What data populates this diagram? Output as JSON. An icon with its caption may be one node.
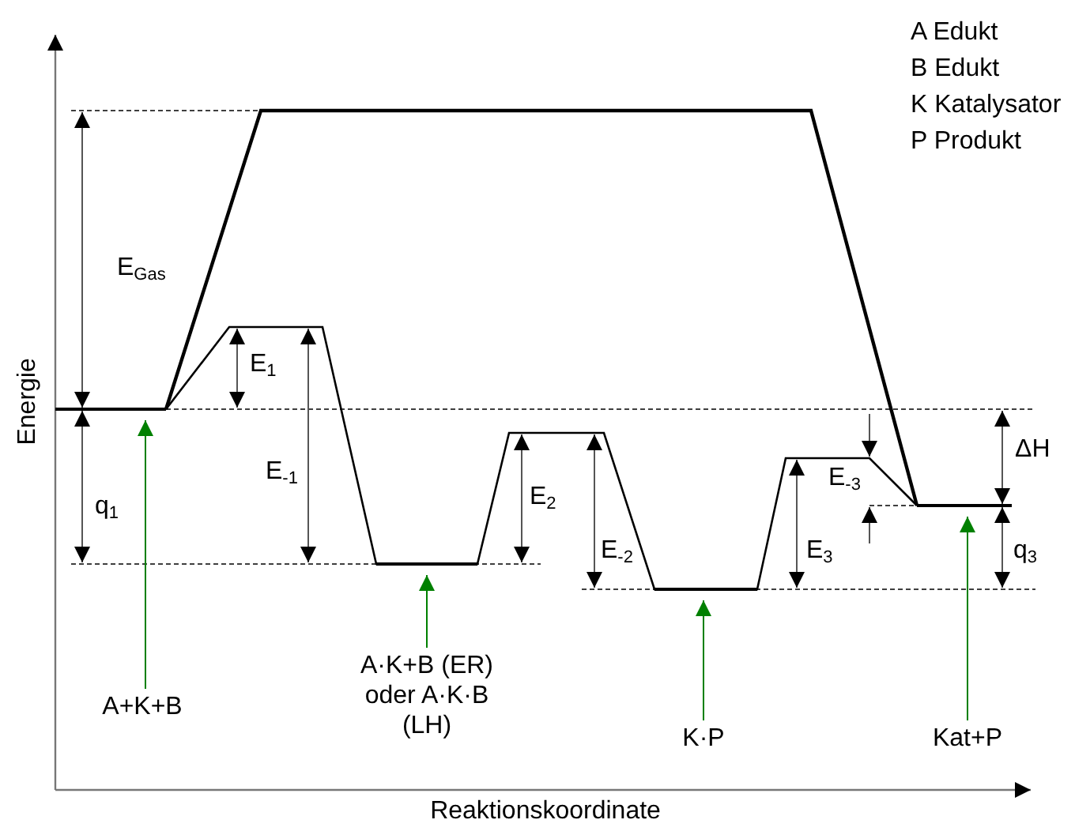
{
  "diagram": {
    "nodes": [
      {
        "text": [
          "A+K+B"
        ]
      },
      {
        "text": [
          "A·K+B (ER) oder A·K·B (LH)"
        ]
      },
      {
        "text": [
          "K·P"
        ]
      },
      {
        "text": [
          "Kat+P"
        ]
      },
      {
        "text": [],
        "shape": "bar"
      },
      {
        "text": [],
        "shape": "bar"
      },
      {
        "text": [],
        "shape": "bar"
      },
      {
        "text": [],
        "shape": "bar"
      }
    ],
    "edges": [
      {
        "from": 0,
        "to": 4,
        "arrow": "to"
      },
      {
        "from": 1,
        "to": 5,
        "arrow": "to"
      },
      {
        "from": 2,
        "to": 6,
        "arrow": "to"
      },
      {
        "from": 3,
        "to": 7,
        "arrow": "to"
      }
    ],
    "labels": [
      "A Edukt",
      "B Edukt",
      "K Katalysator",
      "P Produkt",
      "E$_{Gas}$",
      "E$_{1}$",
      "ΔH",
      "E$_{-1}$",
      "q$_{1}$",
      "E$_{-3}$",
      "E$_{2}$",
      "E$_{-2}$",
      "E$_{3}$",
      "q$_{3}$",
      "Energie",
      "Reaktionskoordinate"
    ]
  }
}
